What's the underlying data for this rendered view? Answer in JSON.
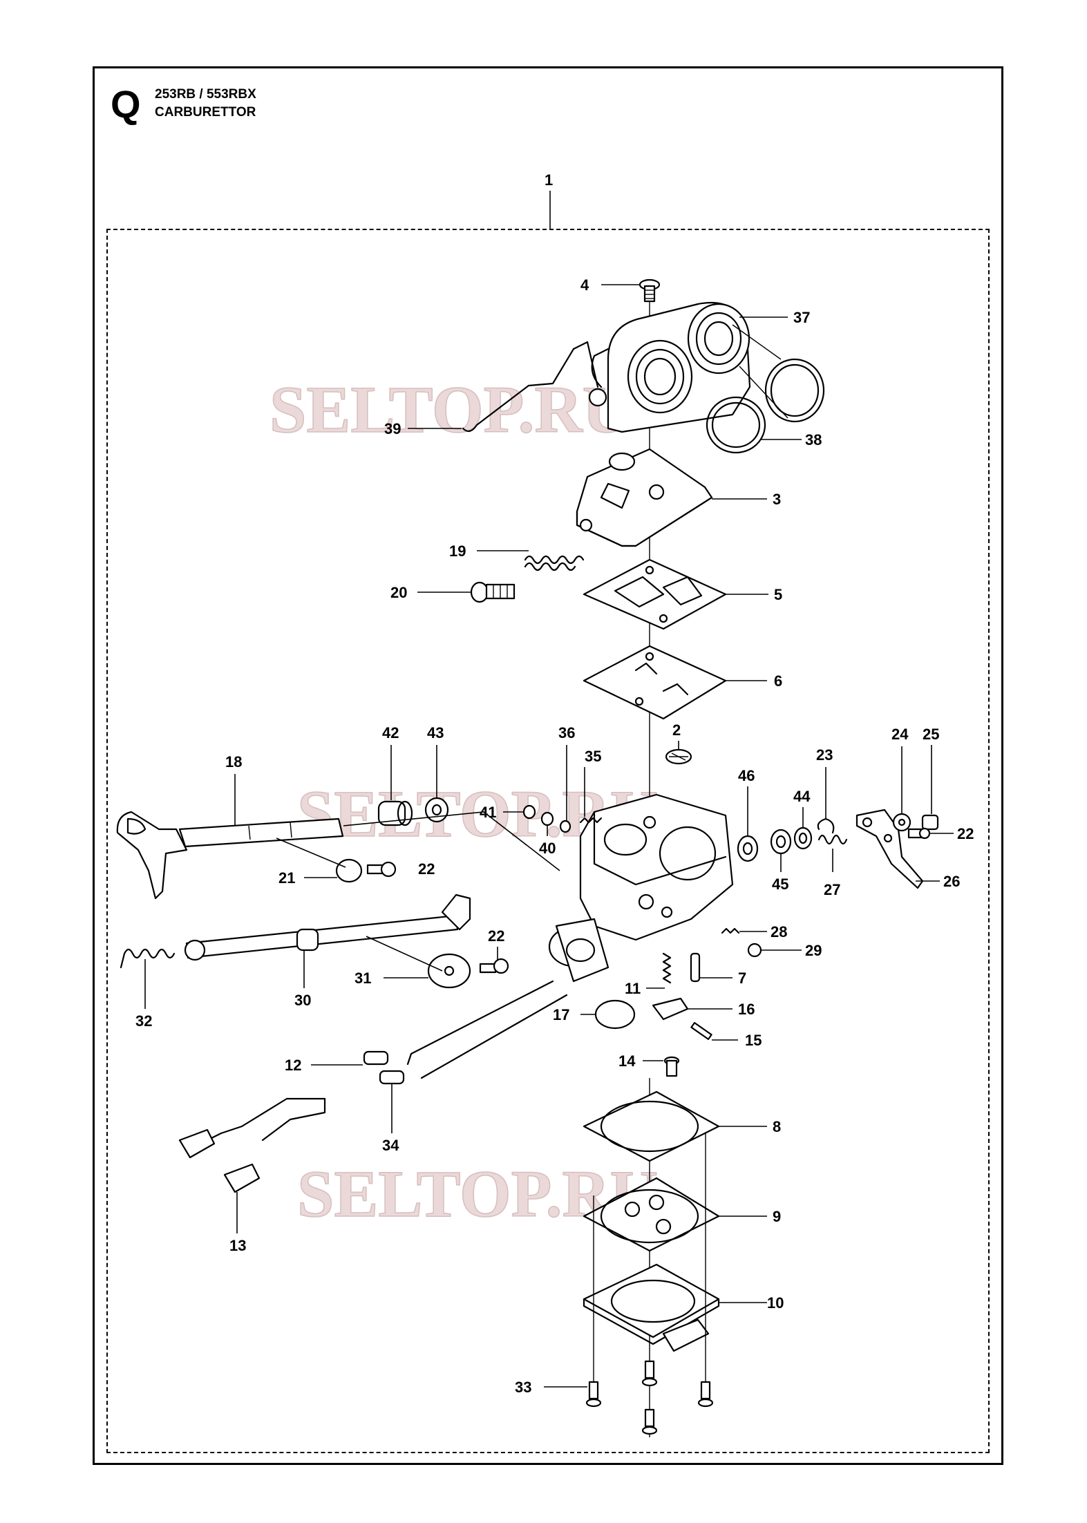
{
  "header": {
    "section_letter": "Q",
    "model": "253RB / 553RBX",
    "title": "CARBURETTOR"
  },
  "watermark": "SELTOP.RU",
  "callouts": [
    {
      "id": "1",
      "label": "1"
    },
    {
      "id": "2",
      "label": "2"
    },
    {
      "id": "3",
      "label": "3"
    },
    {
      "id": "4",
      "label": "4"
    },
    {
      "id": "5",
      "label": "5"
    },
    {
      "id": "6",
      "label": "6"
    },
    {
      "id": "7",
      "label": "7"
    },
    {
      "id": "8",
      "label": "8"
    },
    {
      "id": "9",
      "label": "9"
    },
    {
      "id": "10",
      "label": "10"
    },
    {
      "id": "11",
      "label": "11"
    },
    {
      "id": "12",
      "label": "12"
    },
    {
      "id": "13",
      "label": "13"
    },
    {
      "id": "14",
      "label": "14"
    },
    {
      "id": "15",
      "label": "15"
    },
    {
      "id": "16",
      "label": "16"
    },
    {
      "id": "17",
      "label": "17"
    },
    {
      "id": "18",
      "label": "18"
    },
    {
      "id": "19",
      "label": "19"
    },
    {
      "id": "20",
      "label": "20"
    },
    {
      "id": "21",
      "label": "21"
    },
    {
      "id": "22a",
      "label": "22"
    },
    {
      "id": "22b",
      "label": "22"
    },
    {
      "id": "22c",
      "label": "22"
    },
    {
      "id": "23",
      "label": "23"
    },
    {
      "id": "24",
      "label": "24"
    },
    {
      "id": "25",
      "label": "25"
    },
    {
      "id": "26",
      "label": "26"
    },
    {
      "id": "27",
      "label": "27"
    },
    {
      "id": "28",
      "label": "28"
    },
    {
      "id": "29",
      "label": "29"
    },
    {
      "id": "30",
      "label": "30"
    },
    {
      "id": "31",
      "label": "31"
    },
    {
      "id": "32",
      "label": "32"
    },
    {
      "id": "33",
      "label": "33"
    },
    {
      "id": "34",
      "label": "34"
    },
    {
      "id": "35",
      "label": "35"
    },
    {
      "id": "36",
      "label": "36"
    },
    {
      "id": "37",
      "label": "37"
    },
    {
      "id": "38",
      "label": "38"
    },
    {
      "id": "39",
      "label": "39"
    },
    {
      "id": "40",
      "label": "40"
    },
    {
      "id": "41",
      "label": "41"
    },
    {
      "id": "42",
      "label": "42"
    },
    {
      "id": "43",
      "label": "43"
    },
    {
      "id": "44",
      "label": "44"
    },
    {
      "id": "45",
      "label": "45"
    },
    {
      "id": "46",
      "label": "46"
    }
  ]
}
